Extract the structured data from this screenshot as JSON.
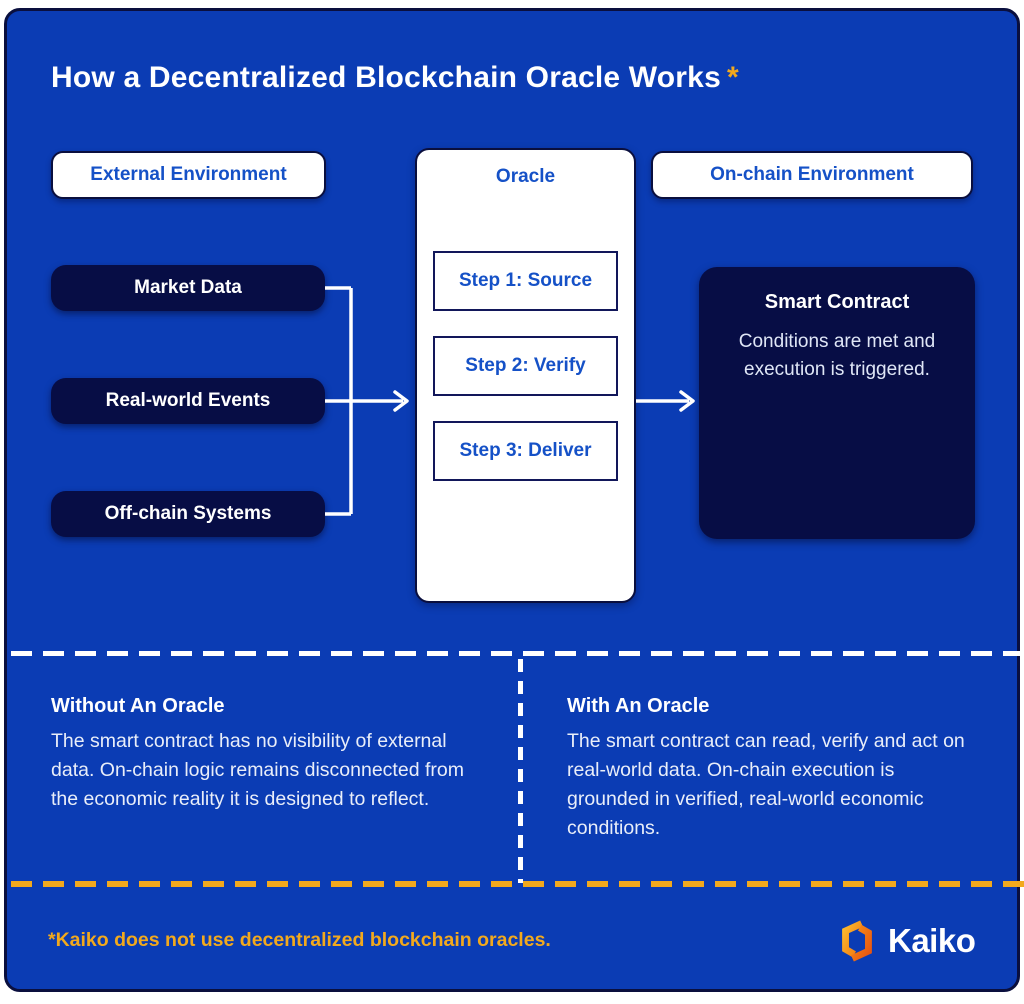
{
  "title": {
    "text": "How a Decentralized Blockchain Oracle Works",
    "asterisk": "*"
  },
  "flow": {
    "external": {
      "header": "External Environment",
      "items": [
        "Market Data",
        "Real-world Events",
        "Off-chain Systems"
      ]
    },
    "oracle": {
      "header": "Oracle",
      "steps": [
        "Step 1: Source",
        "Step 2: Verify",
        "Step 3: Deliver"
      ]
    },
    "onchain": {
      "header": "On-chain Environment",
      "smart_contract": {
        "title": "Smart Contract",
        "body": "Conditions are met and execution is triggered."
      }
    }
  },
  "comparison": {
    "without": {
      "heading": "Without An Oracle",
      "body": "The smart contract has no visibility of external data. On-chain logic remains disconnected from the economic reality it is designed to reflect."
    },
    "with": {
      "heading": "With An Oracle",
      "body": "The smart contract can read, verify and act on real-world data.  On-chain execution is grounded in verified, real-world economic conditions."
    }
  },
  "footer": {
    "note": "*Kaiko does not use decentralized blockchain oracles.",
    "brand": "Kaiko"
  },
  "colors": {
    "background": "#0B3CB4",
    "navy": "#070D45",
    "blue_text": "#1551C7",
    "accent_yellow": "#F2A91D",
    "logo_orange_light": "#FBBA2E",
    "logo_orange_dark": "#E8540F",
    "white": "#FFFFFF"
  }
}
